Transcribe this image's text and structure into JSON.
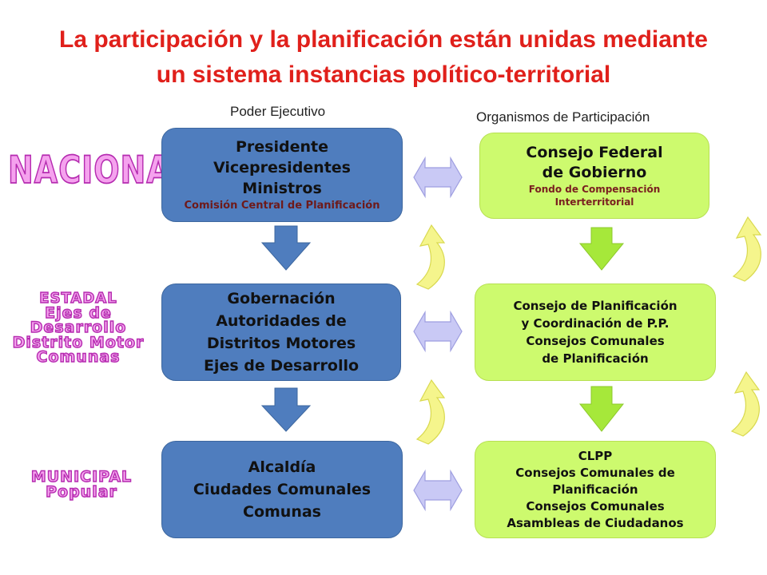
{
  "title": {
    "line1": "La participación y la planificación están unidas mediante",
    "line2": "un sistema instancias político-territorial"
  },
  "column_headers": {
    "left": "Poder Ejecutivo",
    "right": "Organismos de Participación"
  },
  "levels": {
    "nacional": [
      "NACIONAL"
    ],
    "estadal": [
      "ESTADAL",
      "Ejes de",
      "Desarrollo",
      "Distrito Motor",
      "Comunas"
    ],
    "municipal": [
      "MUNICIPAL",
      "Popular"
    ]
  },
  "executive_boxes": {
    "nacional": [
      "Presidente",
      "Vicepresidentes",
      "Ministros",
      "Comisión Central de Planificación"
    ],
    "estadal": [
      "Gobernación",
      "Autoridades de",
      "Distritos Motores",
      "Ejes de Desarrollo"
    ],
    "municipal": [
      "Alcaldía",
      "Ciudades Comunales",
      "Comunas"
    ]
  },
  "participation_boxes": {
    "nacional": [
      "Consejo Federal",
      "de Gobierno",
      "Fondo de Compensación",
      "Interterritorial"
    ],
    "estadal": [
      "Consejo de Planificación",
      "y Coordinación de P.P.",
      "Consejos Comunales",
      "de Planificación"
    ],
    "municipal": [
      "CLPP",
      "Consejos Comunales de",
      "Planificación",
      "Consejos Comunales",
      "Asambleas de Ciudadanos"
    ]
  },
  "colors": {
    "title": "#e0201b",
    "executive_box": "#4f7dbe",
    "participation_box": "#cdfa6e",
    "level_fill": "#f5a2ee",
    "level_stroke": "#b52bb0",
    "down_arrow_blue": "#4f7dbe",
    "down_arrow_green": "#a6e83a",
    "double_arrow": "#c9c9f5",
    "curved_arrow": "#f5f58c"
  },
  "icons": [
    "down-arrow-icon",
    "double-arrow-icon",
    "curved-arrow-icon"
  ]
}
